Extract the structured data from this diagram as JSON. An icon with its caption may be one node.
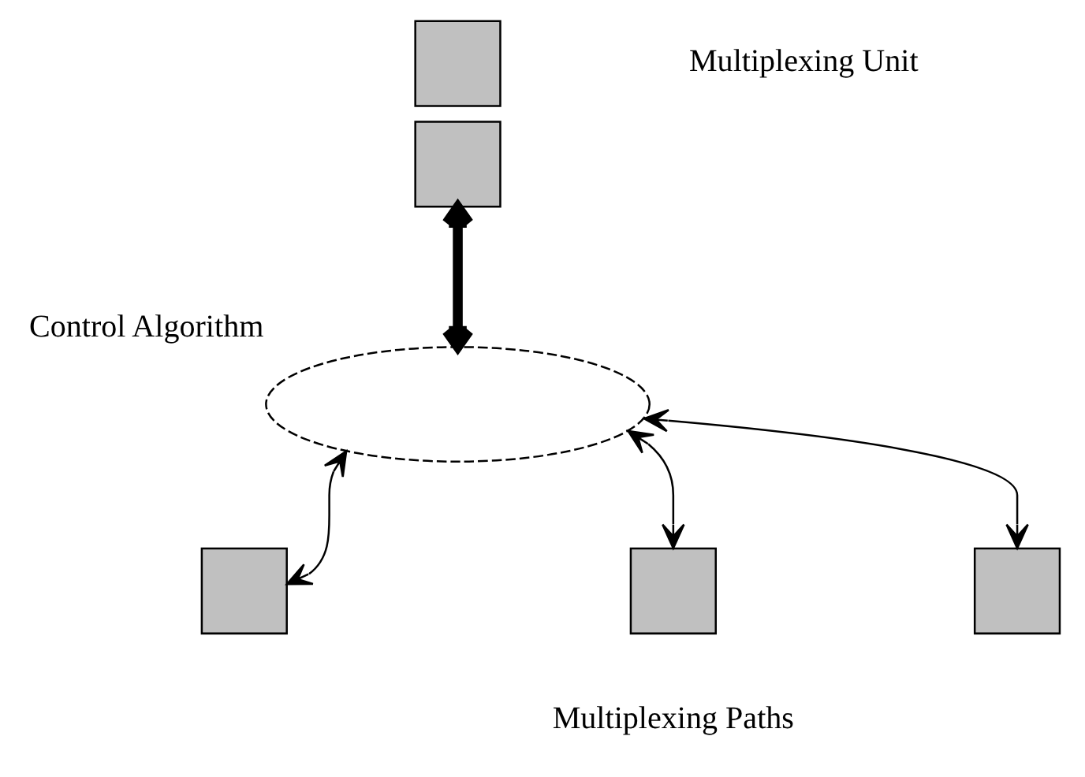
{
  "diagram": {
    "nodes": [
      {
        "text": [],
        "shape": "box"
      },
      {
        "text": [],
        "shape": "box"
      },
      {
        "text": [],
        "shape": "ellipse",
        "beside": [
          "Control Algorithm"
        ]
      },
      {
        "text": [],
        "shape": "box"
      },
      {
        "text": [],
        "shape": "box"
      },
      {
        "text": [],
        "shape": "box"
      }
    ],
    "edges": [
      {
        "from": 1,
        "to": 2,
        "arrow": "both",
        "style": "thick"
      },
      {
        "from": 2,
        "to": 3,
        "arrow": "both"
      },
      {
        "from": 2,
        "to": 4,
        "arrow": "both"
      },
      {
        "from": 2,
        "to": 5,
        "arrow": "both"
      }
    ],
    "labels": [
      "Multiplexing Unit",
      "Multiplexing Paths"
    ]
  }
}
